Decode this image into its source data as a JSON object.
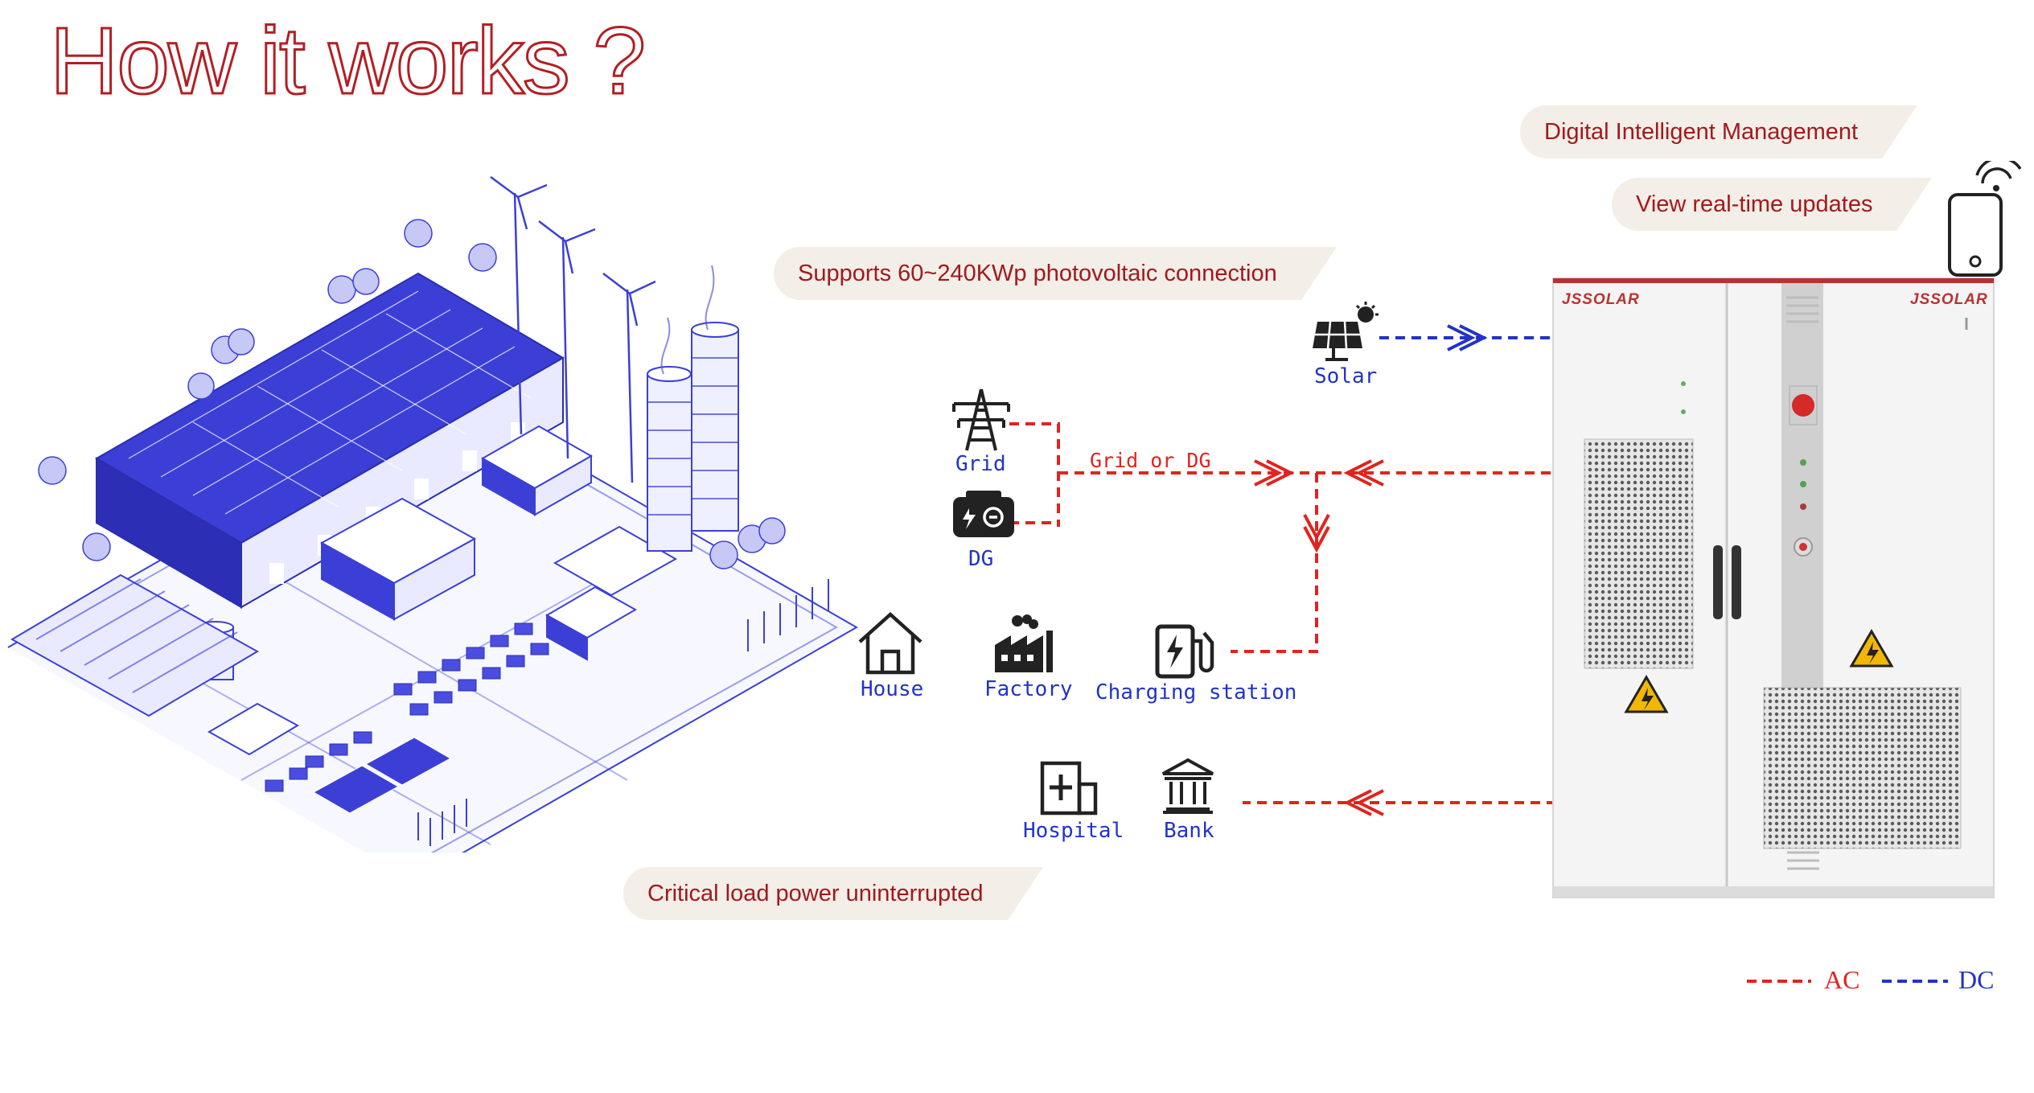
{
  "title": "How it works ?",
  "callouts": {
    "management": "Digital Intelligent Management",
    "updates": "View real-time updates",
    "pv": "Supports 60~240KWp photovoltaic connection",
    "critical": "Critical load power uninterrupted"
  },
  "nodes": {
    "solar": "Solar",
    "grid": "Grid",
    "dg": "DG",
    "grid_or_dg": "Grid or DG",
    "house": "House",
    "factory": "Factory",
    "charging": "Charging station",
    "hospital": "Hospital",
    "bank": "Bank"
  },
  "cabinet": {
    "brand_left": "JSSOLAR",
    "brand_right": "JSSOLAR"
  },
  "legend": {
    "ac": "AC",
    "dc": "DC"
  },
  "colors": {
    "title": "#b21f24",
    "callout_text": "#a0191e",
    "callout_bg": "#f3eee7",
    "ac": "#e0241f",
    "dc": "#2233c8",
    "industrial_blue": "#3c3fd6"
  },
  "icons": [
    "phone-wifi-icon",
    "solar-panel-icon",
    "grid-tower-icon",
    "generator-icon",
    "house-icon",
    "factory-icon",
    "charging-station-icon",
    "hospital-icon",
    "bank-icon",
    "warning-icon",
    "emergency-stop-icon"
  ]
}
